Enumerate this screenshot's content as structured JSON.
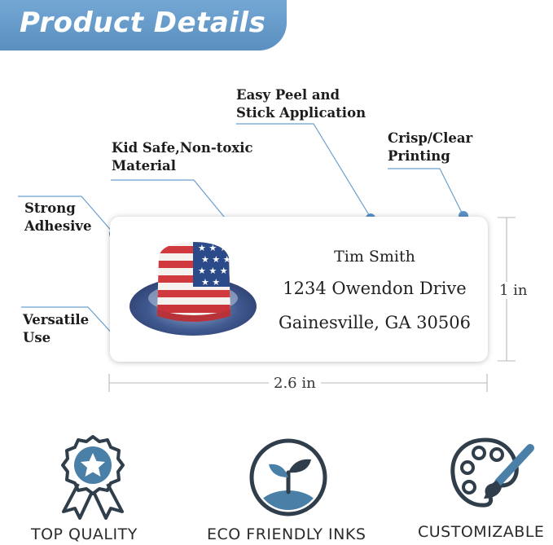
{
  "header": {
    "title": "Product Details"
  },
  "callouts": {
    "easy_peel": [
      "Easy Peel and",
      "Stick Application"
    ],
    "kid_safe": [
      "Kid Safe,Non-toxic",
      "Material"
    ],
    "crisp": [
      "Crisp/Clear",
      "Printing"
    ],
    "strong": [
      "Strong",
      "Adhesive"
    ],
    "versatile": [
      "Versatile",
      "Use"
    ]
  },
  "label": {
    "name": "Tim Smith",
    "street": "1234 Owendon Drive",
    "city": "Gainesville, GA 30506",
    "image_icon": "american-flag-hat-icon"
  },
  "dimensions": {
    "height": "1 in",
    "width": "2.6 in"
  },
  "features": [
    {
      "label": "TOP QUALITY",
      "icon": "award-badge-icon"
    },
    {
      "label": "ECO FRIENDLY INKS",
      "icon": "sprout-icon"
    },
    {
      "label": "CUSTOMIZABLE",
      "icon": "palette-brush-icon"
    }
  ],
  "colors": {
    "accent": "#6aa0cf",
    "dot": "#5b93c7",
    "icon_dark": "#2f3e4a",
    "icon_blue": "#4a7fa8"
  }
}
